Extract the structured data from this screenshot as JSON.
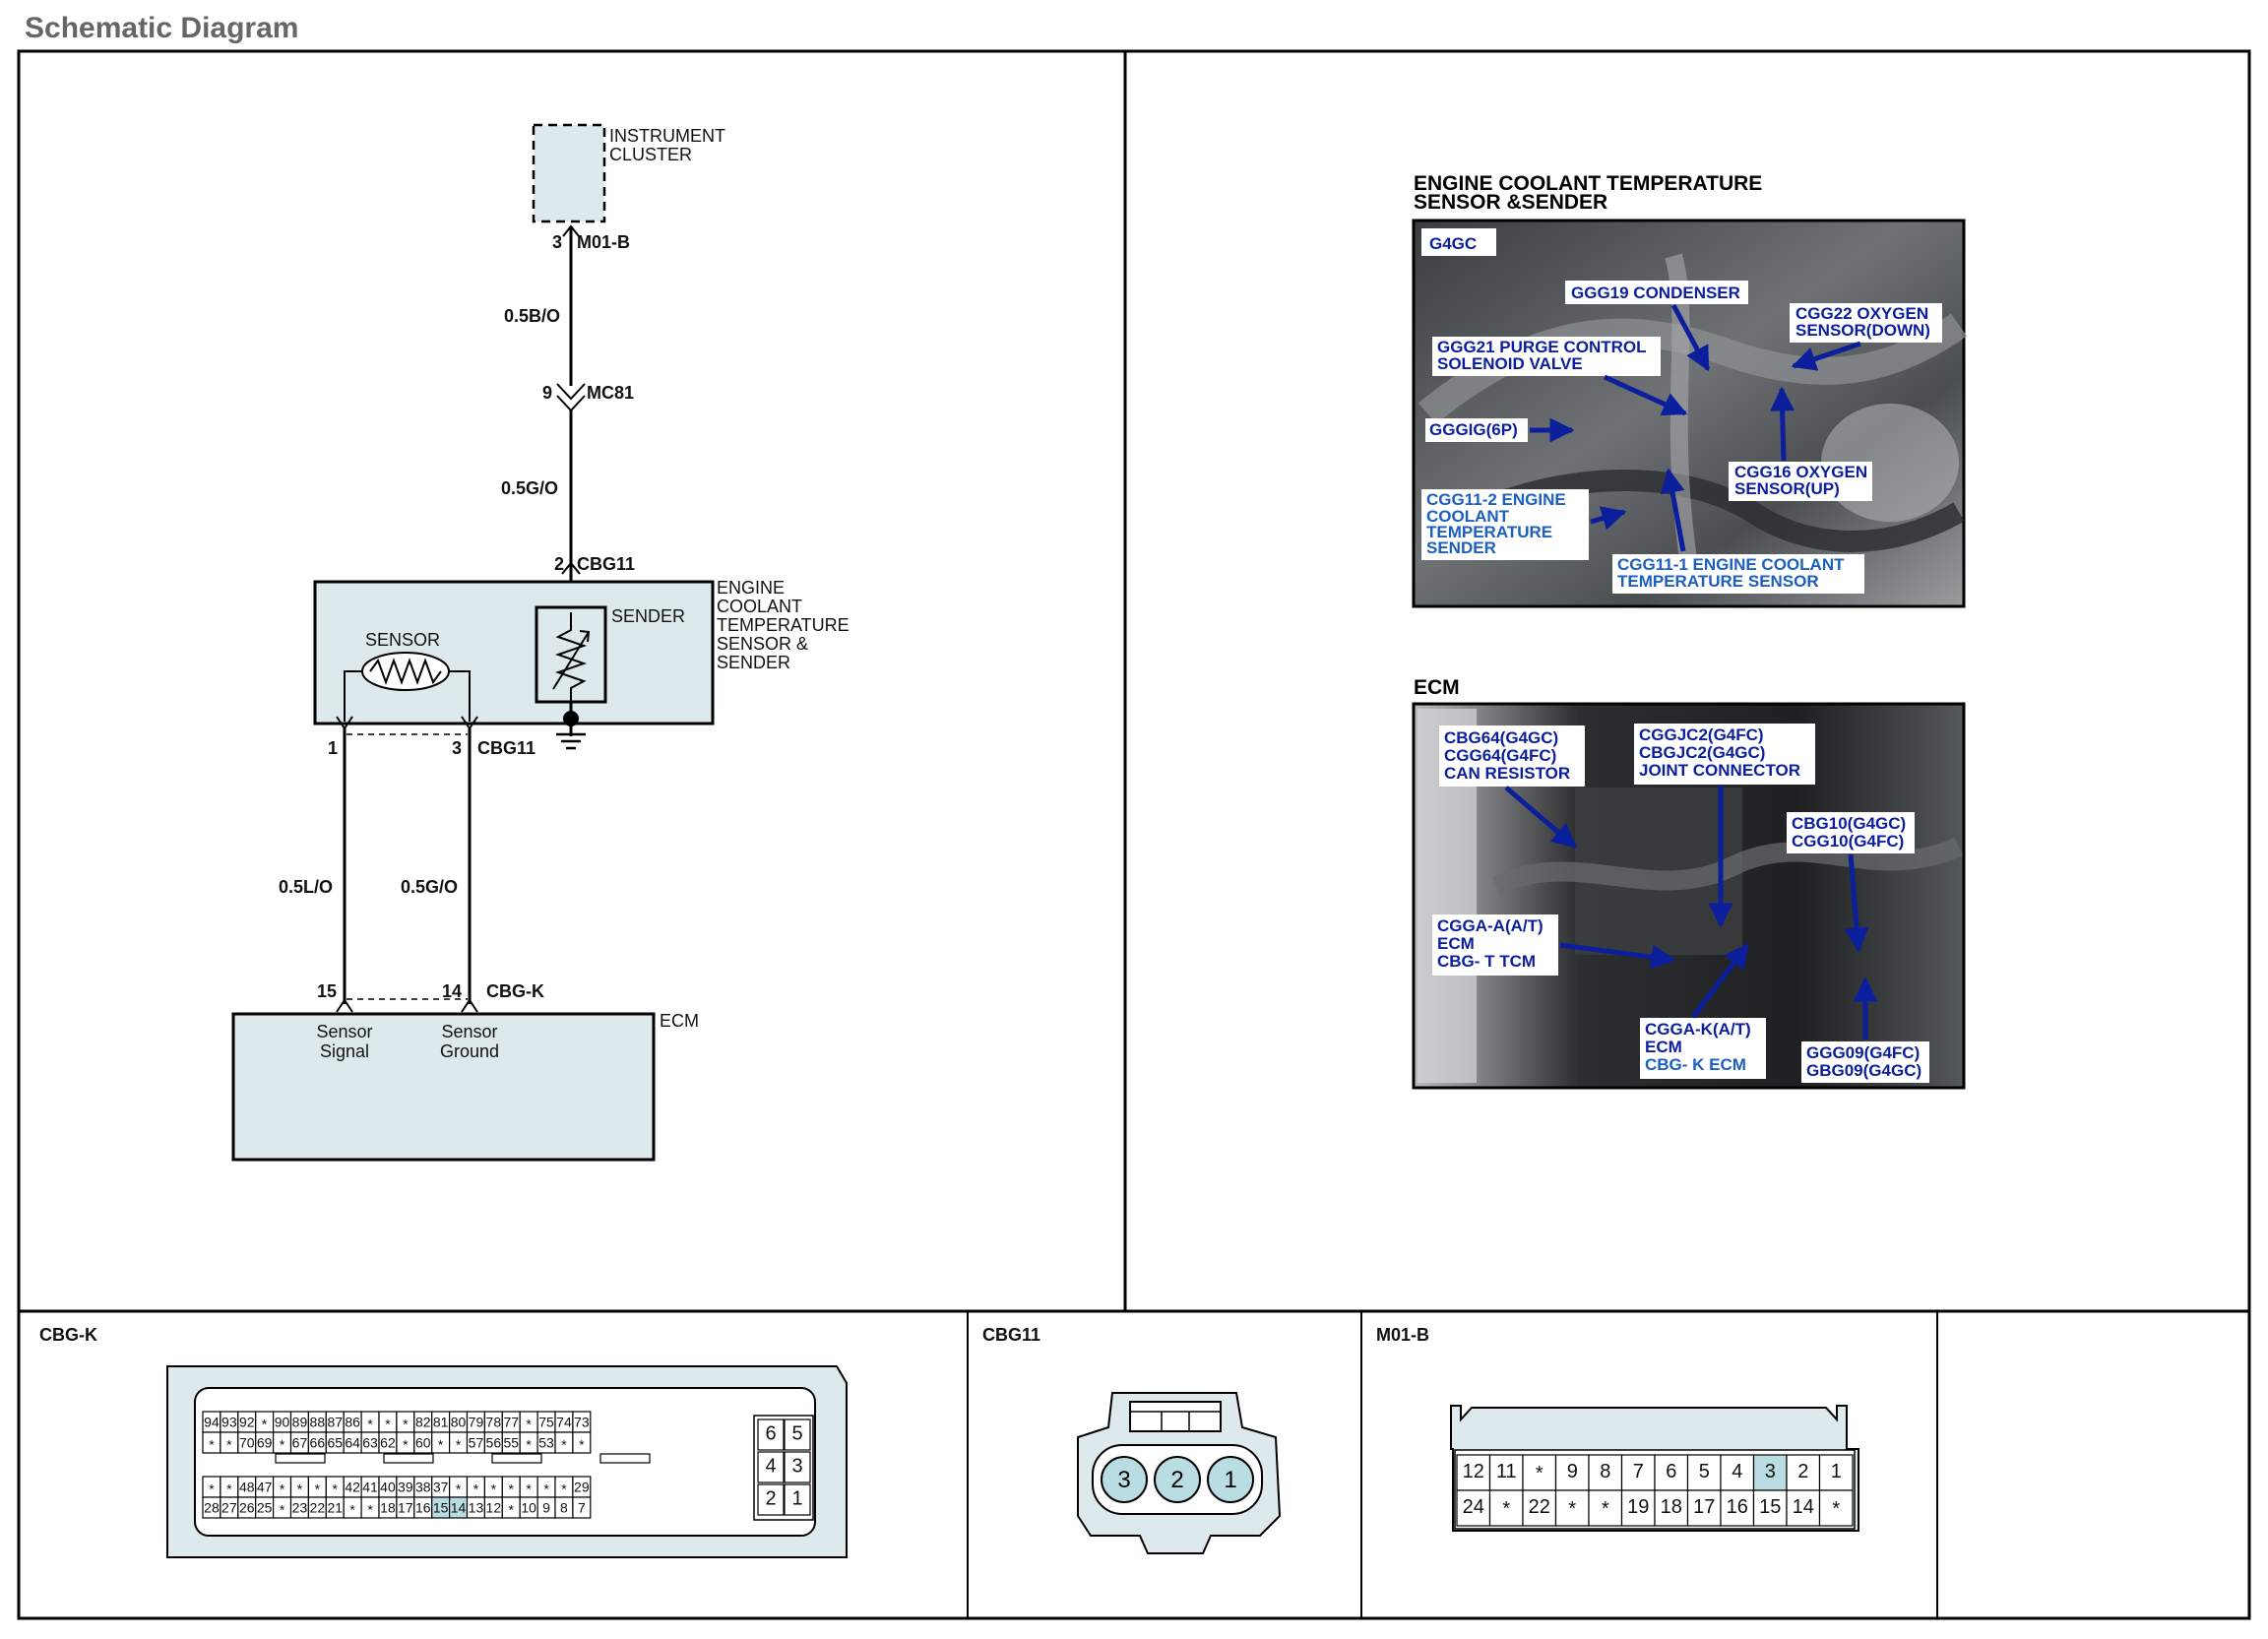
{
  "page_title": "Schematic Diagram",
  "schematic": {
    "instrument_cluster": {
      "label_line1": "INSTRUMENT",
      "label_line2": "CLUSTER",
      "pin": "3",
      "connector": "M01-B"
    },
    "wire_top": "0.5B/O",
    "joint": {
      "pin": "9",
      "connector": "MC81"
    },
    "wire_mid": "0.5G/O",
    "ect_module": {
      "top_pin": "2",
      "top_connector": "CBG11",
      "label_lines": [
        "ENGINE",
        "COOLANT",
        "TEMPERATURE",
        "SENSOR &",
        "SENDER"
      ],
      "sensor_label": "SENSOR",
      "sender_label": "SENDER",
      "bottom_pin_left": "1",
      "bottom_pin_right": "3",
      "bottom_connector": "CBG11"
    },
    "wire_left": "0.5L/O",
    "wire_right": "0.5G/O",
    "ecm": {
      "pin_left": "15",
      "pin_right": "14",
      "connector": "CBG-K",
      "label": "ECM",
      "sig_line1": "Sensor",
      "sig_line2": "Signal",
      "gnd_line1": "Sensor",
      "gnd_line2": "Ground"
    }
  },
  "photos": {
    "engine": {
      "title_line1": "ENGINE COOLANT TEMPERATURE",
      "title_line2": "SENSOR &SENDER",
      "tag": "G4GC",
      "labels": {
        "condenser": "GGG19 CONDENSER",
        "oxy_down_1": "CGG22 OXYGEN",
        "oxy_down_2": "SENSOR(DOWN)",
        "purge_1": "GGG21 PURGE CONTROL",
        "purge_2": "SOLENOID VALVE",
        "gggig": "GGGIG(6P)",
        "oxy_up_1": "CGG16 OXYGEN",
        "oxy_up_2": "SENSOR(UP)",
        "sender_1": "CGG11-2 ENGINE",
        "sender_2": "COOLANT",
        "sender_3": "TEMPERATURE",
        "sender_4": "SENDER",
        "ect_1": "CGG11-1 ENGINE COOLANT",
        "ect_2": "TEMPERATURE SENSOR"
      }
    },
    "ecm": {
      "title": "ECM",
      "labels": {
        "can_1": "CBG64(G4GC)",
        "can_2": "CGG64(G4FC)",
        "can_3": "CAN RESISTOR",
        "jc_1": "CGGJC2(G4FC)",
        "jc_2": "CBGJC2(G4GC)",
        "jc_3": "JOINT CONNECTOR",
        "cbg10_1": "CBG10(G4GC)",
        "cbg10_2": "CGG10(G4FC)",
        "ggga_1": "CGGA-A(A/T)",
        "ggga_2": "ECM",
        "ggga_3": "CBG- T TCM",
        "gggak_1": "CGGA-K(A/T)",
        "gggak_2": "ECM",
        "gggak_3": "CBG- K ECM",
        "ggg09_1": "GGG09(G4FC)",
        "ggg09_2": "GBG09(G4GC)"
      }
    }
  },
  "connectors": {
    "cbgk": {
      "title": "CBG-K",
      "rows": [
        [
          "94",
          "93",
          "92",
          "*",
          "90",
          "89",
          "88",
          "87",
          "86",
          "*",
          "*",
          "*",
          "82",
          "81",
          "80",
          "79",
          "78",
          "77",
          "*",
          "75",
          "74",
          "73"
        ],
        [
          "*",
          "*",
          "70",
          "69",
          "*",
          "67",
          "66",
          "65",
          "64",
          "63",
          "62",
          "*",
          "60",
          "*",
          "*",
          "57",
          "56",
          "55",
          "*",
          "53",
          "*",
          "*"
        ],
        [
          "*",
          "*",
          "48",
          "47",
          "*",
          "*",
          "*",
          "*",
          "42",
          "41",
          "40",
          "39",
          "38",
          "37",
          "*",
          "*",
          "*",
          "*",
          "*",
          "*",
          "*",
          "29"
        ],
        [
          "28",
          "27",
          "26",
          "25",
          "*",
          "23",
          "22",
          "21",
          "*",
          "*",
          "18",
          "17",
          "16",
          "15",
          "14",
          "13",
          "12",
          "*",
          "10",
          "9",
          "8",
          "7"
        ]
      ],
      "side": [
        [
          "6",
          "5"
        ],
        [
          "4",
          "3"
        ],
        [
          "2",
          "1"
        ]
      ],
      "highlight": [
        "15",
        "14"
      ]
    },
    "cbg11": {
      "title": "CBG11",
      "pins": [
        "3",
        "2",
        "1"
      ]
    },
    "m01b": {
      "title": "M01-B",
      "rows": [
        [
          "12",
          "11",
          "*",
          "9",
          "8",
          "7",
          "6",
          "5",
          "4",
          "3",
          "2",
          "1"
        ],
        [
          "24",
          "*",
          "22",
          "*",
          "*",
          "19",
          "18",
          "17",
          "16",
          "15",
          "14",
          "*"
        ]
      ],
      "highlight": [
        "3"
      ]
    }
  },
  "colors": {
    "fill_light": "#dde9ec",
    "pin_highlight": "#b9dde3",
    "callout_text": "#0b1e9c",
    "callout_text_light": "#1c5fbe"
  }
}
